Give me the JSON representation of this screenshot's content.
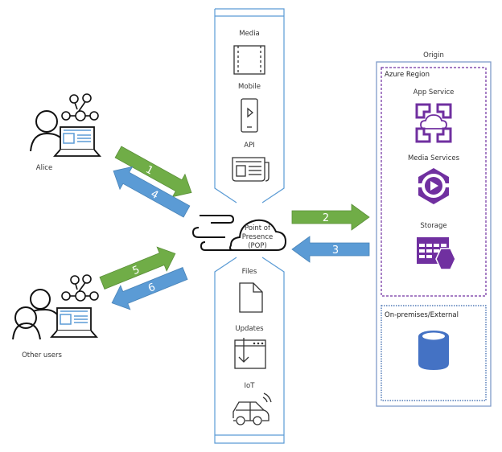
{
  "users": {
    "alice": {
      "label": "Alice"
    },
    "others": {
      "label": "Other users"
    }
  },
  "pop": {
    "title_line1": "Point of",
    "title_line2": "Presence",
    "title_line3": "(POP)",
    "top_items": [
      {
        "label": "Media",
        "icon": "film-strip-icon"
      },
      {
        "label": "Mobile",
        "icon": "mobile-phone-icon"
      },
      {
        "label": "API",
        "icon": "newspaper-icon"
      }
    ],
    "bottom_items": [
      {
        "label": "Files",
        "icon": "file-icon"
      },
      {
        "label": "Updates",
        "icon": "download-window-icon"
      },
      {
        "label": "IoT",
        "icon": "connected-car-icon"
      }
    ]
  },
  "arrows": [
    {
      "step": "1",
      "color": "#70ad47",
      "direction": "user-to-pop"
    },
    {
      "step": "2",
      "color": "#70ad47",
      "direction": "pop-to-origin"
    },
    {
      "step": "3",
      "color": "#5b9bd5",
      "direction": "origin-to-pop"
    },
    {
      "step": "4",
      "color": "#5b9bd5",
      "direction": "pop-to-user"
    },
    {
      "step": "5",
      "color": "#70ad47",
      "direction": "user-to-pop"
    },
    {
      "step": "6",
      "color": "#5b9bd5",
      "direction": "pop-to-user"
    }
  ],
  "origin": {
    "title": "Origin",
    "azure_region": {
      "title": "Azure Region",
      "services": [
        {
          "label": "App Service",
          "icon": "app-service-icon"
        },
        {
          "label": "Media Services",
          "icon": "media-services-icon"
        },
        {
          "label": "Storage",
          "icon": "storage-icon"
        }
      ]
    },
    "on_premises": {
      "title": "On-premises/External",
      "icon": "database-icon"
    }
  },
  "colors": {
    "green": "#70ad47",
    "blue": "#5b9bd5",
    "purple": "#7030a0",
    "frame_blue": "#5b9bd5",
    "db_blue": "#4472c4"
  }
}
